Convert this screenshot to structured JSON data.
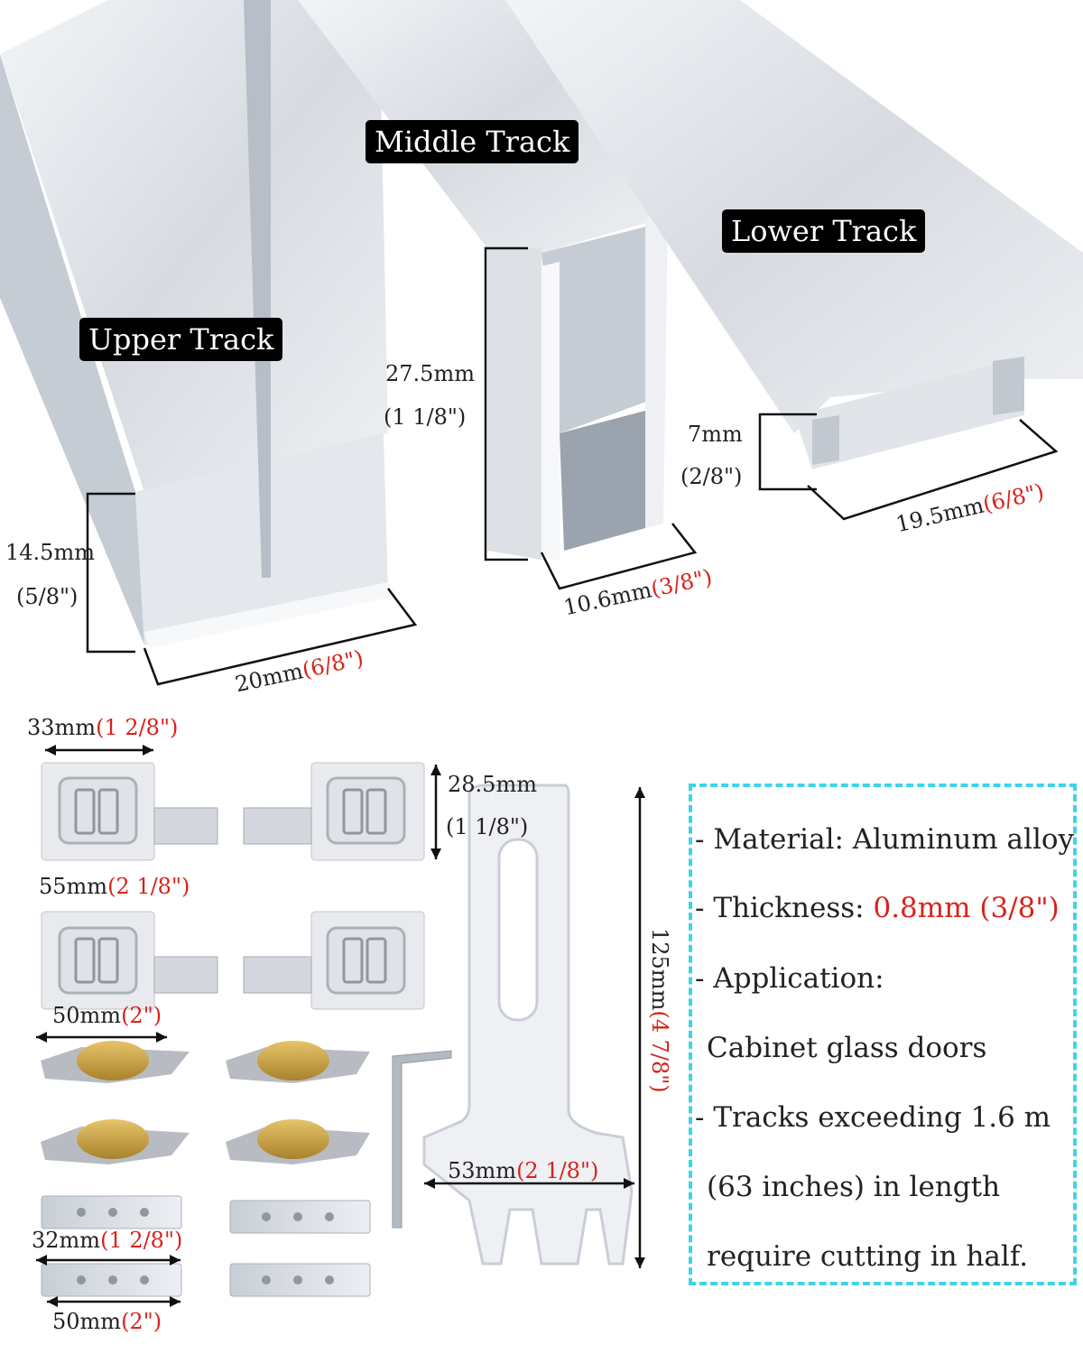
{
  "tracks": {
    "upper": {
      "label": "Upper Track",
      "height_mm": "14.5mm",
      "height_in": "(5/8\")",
      "width_mm": "20mm",
      "width_in": "(6/8\")"
    },
    "middle": {
      "label": "Middle Track",
      "height_mm": "27.5mm",
      "height_in": "(1  1/8\")",
      "width_mm": "10.6mm",
      "width_in": "(3/8\")"
    },
    "lower": {
      "label": "Lower Track",
      "height_mm": "7mm",
      "height_in": "(2/8\")",
      "width_mm": "19.5mm",
      "width_in": "(6/8\")"
    }
  },
  "parts": {
    "stopper_width_mm": "33mm",
    "stopper_width_in": "(1  2/8\")",
    "stopper_height_mm": "28.5mm",
    "stopper_height_in": "(1  1/8\")",
    "stopper_length_mm": "55mm",
    "stopper_length_in": "(2  1/8\")",
    "stopper2_length_mm": "50mm",
    "stopper2_length_in": "(2\")",
    "guide_width_mm": "32mm",
    "guide_width_in": "(1  2/8\")",
    "guide_length_mm": "50mm",
    "guide_length_in": "(2\")",
    "tool_length_mm": "125mm",
    "tool_length_in": "(4  7/8\")",
    "tool_width_mm": "53mm",
    "tool_width_in": "(2  1/8\")"
  },
  "specs": {
    "material": "- Material: Aluminum alloy",
    "thickness_label": "- Thickness: ",
    "thickness_value": "0.8mm (3/8\")",
    "application_label": "- Application:",
    "application_value": "Cabinet glass doors",
    "note_line1": "- Tracks exceeding 1.6 m",
    "note_line2": "(63 inches) in length",
    "note_line3": "require cutting in half."
  },
  "colors": {
    "accent_red": "#d8231b",
    "spec_border": "#3dd4e8",
    "label_bg": "#000000"
  }
}
